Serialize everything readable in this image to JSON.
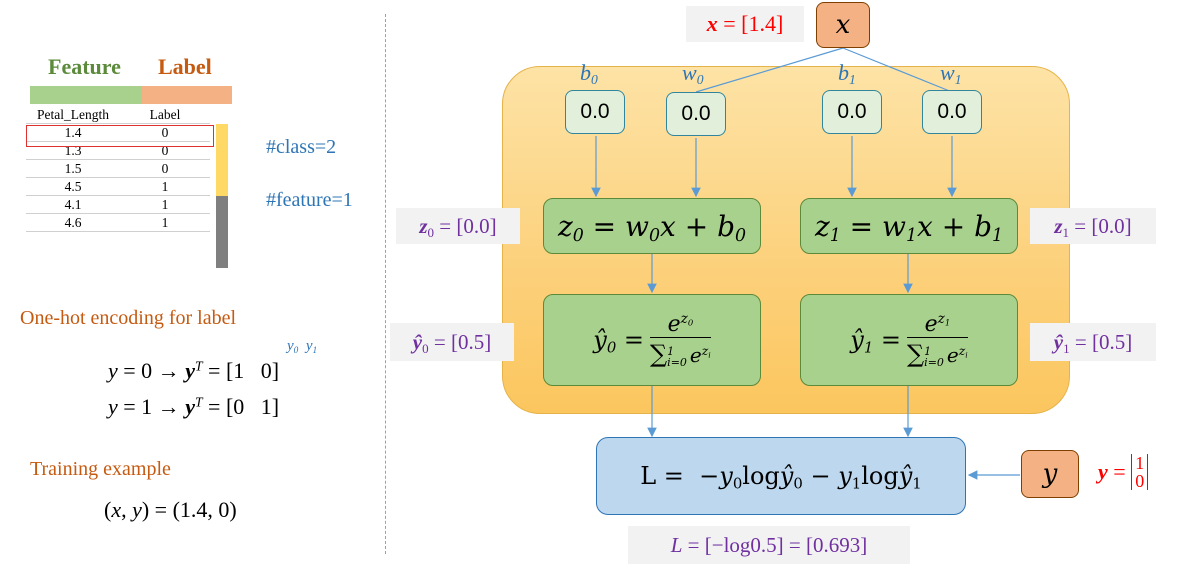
{
  "table": {
    "feature_header": "Feature",
    "label_header": "Label",
    "col_headers": [
      "Petal_Length",
      "Label"
    ],
    "rows": [
      [
        "1.4",
        "0"
      ],
      [
        "1.3",
        "0"
      ],
      [
        "1.5",
        "0"
      ],
      [
        "4.5",
        "1"
      ],
      [
        "4.1",
        "1"
      ],
      [
        "4.6",
        "1"
      ]
    ]
  },
  "annotations": {
    "class_count": "#class=2",
    "feature_count": "#feature=1"
  },
  "onehot": {
    "title": "One-hot encoding for label",
    "col_y0": "y0",
    "col_y1": "y1",
    "eq_y0": "y = 0 → yT = [1  0]",
    "eq_y1": "y = 1 → yT = [0  1]"
  },
  "training": {
    "title": "Training example",
    "equation": "(x, y) = (1.4, 0)"
  },
  "nodes": {
    "x_node": "x",
    "x_value": "x = [1.4]",
    "y_node": "y",
    "y_value": "y = [1; 0]",
    "params": [
      {
        "name": "b0",
        "value": "0.0"
      },
      {
        "name": "w0",
        "value": "0.0"
      },
      {
        "name": "b1",
        "value": "0.0"
      },
      {
        "name": "w1",
        "value": "0.0"
      }
    ],
    "z0_eq": "z0 = w0x + b0",
    "z1_eq": "z1 = w1x + b1",
    "z0_value": "z0 = [0.0]",
    "z1_value": "z1 = [0.0]",
    "yhat0_eq": "ŷ0 = e^z0 / Σ e^zi",
    "yhat1_eq": "ŷ1 = e^z1 / Σ e^zi",
    "yhat0_value": "ŷ0 = [0.5]",
    "yhat1_value": "ŷ1 = [0.5]",
    "loss_eq": "L = −y0logŷ0 − y1logŷ1",
    "loss_value": "L = [−log0.5] = [0.693]"
  },
  "colors": {
    "feature": "#5b8a3a",
    "label": "#c55a11",
    "accent_blue": "#2e75b6",
    "purple": "#7030a0",
    "red": "#ff0000",
    "region": "#fcd07a",
    "green_box": "#a9d18e",
    "loss_box": "#bdd7ee",
    "io_node": "#f4b183"
  }
}
